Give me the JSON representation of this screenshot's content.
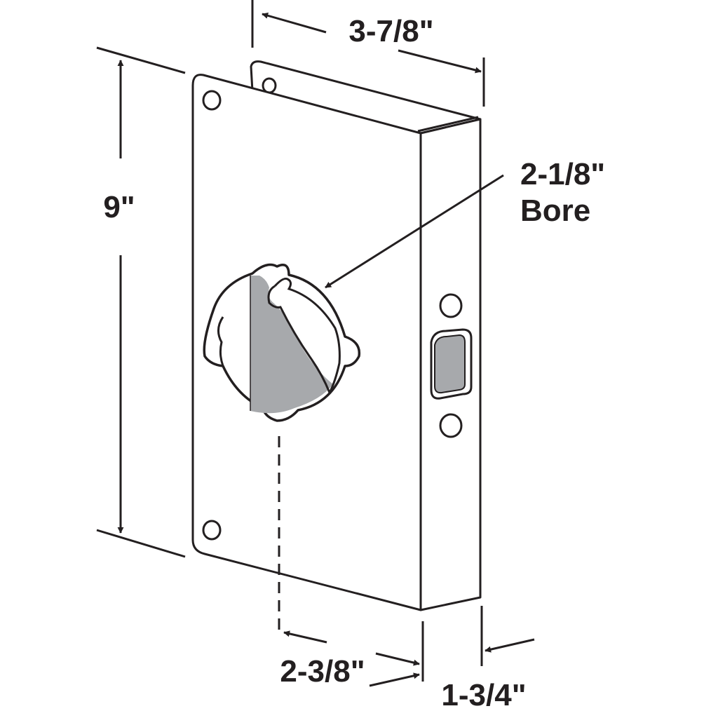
{
  "dimensions": {
    "top_width": "3-7/8\"",
    "height": "9\"",
    "bore_size": "2-1/8\"",
    "bore_label": "Bore",
    "backset": "2-3/8\"",
    "door_thickness": "1-3/4\""
  },
  "colors": {
    "line": "#231f20",
    "plate": "#ffffff",
    "shade": "#a7a9ac"
  }
}
